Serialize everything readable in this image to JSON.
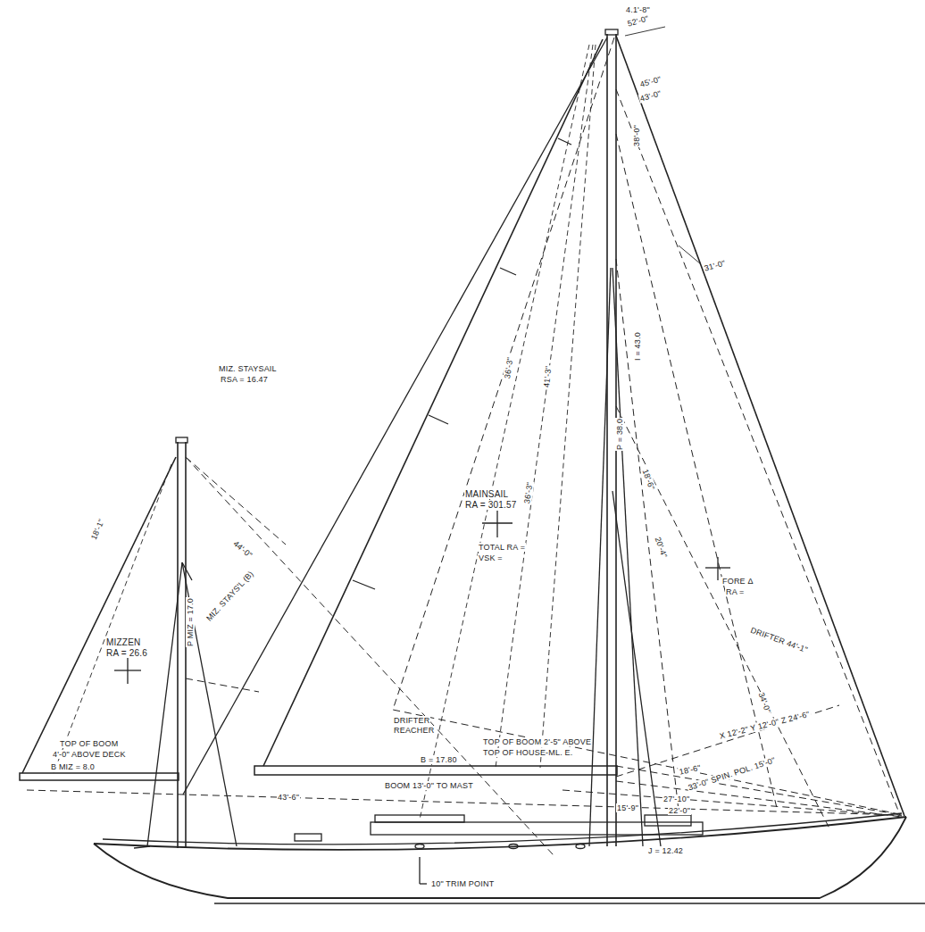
{
  "diagram": {
    "labels": [
      "4.1'-8\"",
      "52'-0\"",
      "45'-0\"",
      "43'-0\"",
      "31'-0\"",
      "MIZ. STAYSAIL",
      "RSA = 16.47",
      "MAINSAIL",
      "RA = 301.57",
      "TOTAL RA =",
      "VSK =",
      "FORE Δ",
      "RA =",
      "MIZZEN",
      "RA = 26.6",
      "TOP OF BOOM",
      "4'-0\" ABOVE DECK",
      "B MIZ = 8.0",
      "P MIZ = 17.0",
      "44'-0\"",
      "MIZ. STAYS'L (B)",
      "18'-1\"",
      "B = 17.80",
      "BOOM 13'-0\" TO MAST",
      "TOP OF BOOM 2'-5\" ABOVE",
      "TOP OF HOUSE-ML. E.",
      "DRIFTER",
      "REACHER",
      "43'-6\"",
      "10\" TRIM POINT",
      "P = 38.0",
      "I = 43.0",
      "J = 12.42",
      "36'-3\"",
      "41'-3\"",
      "36'-3\"",
      "38'-0\"",
      "18'-6\"",
      "20'-4\"",
      "DRIFTER 44'-1\"",
      "34'-0\"",
      "18'-6\"",
      "X 12'-2\" Y 12'-0\" Z 24'-6\"",
      "33'-0\" SPIN. POL. 15'-0\"",
      "27'-10\"",
      "22'-0\"",
      "15'-9\""
    ]
  }
}
